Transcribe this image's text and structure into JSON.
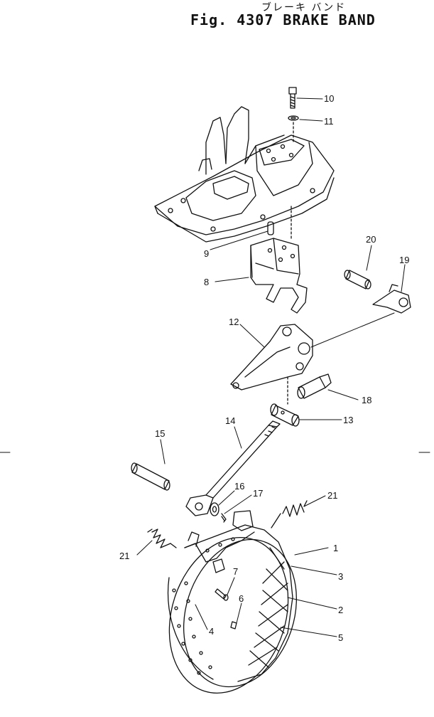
{
  "header": {
    "title_jp": "ブレーキ バンド",
    "title": "Fig. 4307 BRAKE BAND"
  },
  "parts": [
    {
      "id": "10",
      "name": "bolt"
    },
    {
      "id": "11",
      "name": "washer"
    },
    {
      "id": "9",
      "name": "pin"
    },
    {
      "id": "8",
      "name": "bracket"
    },
    {
      "id": "20",
      "name": "pin"
    },
    {
      "id": "19",
      "name": "lever"
    },
    {
      "id": "12",
      "name": "lever"
    },
    {
      "id": "18",
      "name": "pin"
    },
    {
      "id": "13",
      "name": "pin"
    },
    {
      "id": "14",
      "name": "rod"
    },
    {
      "id": "15",
      "name": "pin"
    },
    {
      "id": "16",
      "name": "washer"
    },
    {
      "id": "17",
      "name": "cotter-pin"
    },
    {
      "id": "21",
      "name": "spring"
    },
    {
      "id": "21",
      "name": "spring"
    },
    {
      "id": "1",
      "name": "band"
    },
    {
      "id": "3",
      "name": "lining"
    },
    {
      "id": "2",
      "name": "lining"
    },
    {
      "id": "5",
      "name": "rivet"
    },
    {
      "id": "7",
      "name": "bolt"
    },
    {
      "id": "6",
      "name": "rivet"
    },
    {
      "id": "4",
      "name": "band"
    }
  ]
}
